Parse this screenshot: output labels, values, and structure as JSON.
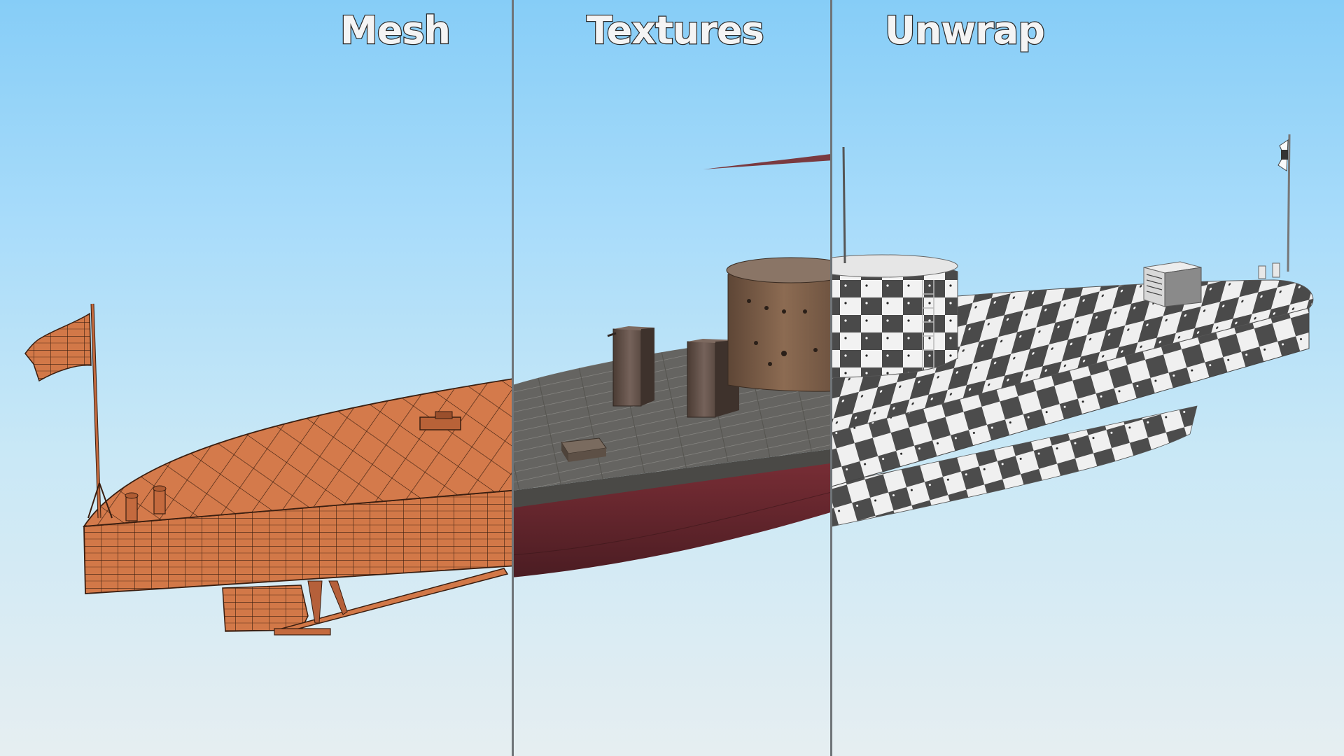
{
  "panels": [
    {
      "label": "Mesh"
    },
    {
      "label": "Textures"
    },
    {
      "label": "Unwrap"
    }
  ],
  "colors": {
    "sky_top": "#86cdf7",
    "sky_bottom": "#e6eef1",
    "divider": "#6f7478",
    "mesh_orange": "#d27848",
    "mesh_wire": "#3a1e10",
    "deck_gray": "#6b6a67",
    "hull_red": "#6e2a32",
    "turret_rust": "#7a5a45",
    "checker_dark": "#4a4a4a",
    "checker_light": "#eeeeee"
  }
}
